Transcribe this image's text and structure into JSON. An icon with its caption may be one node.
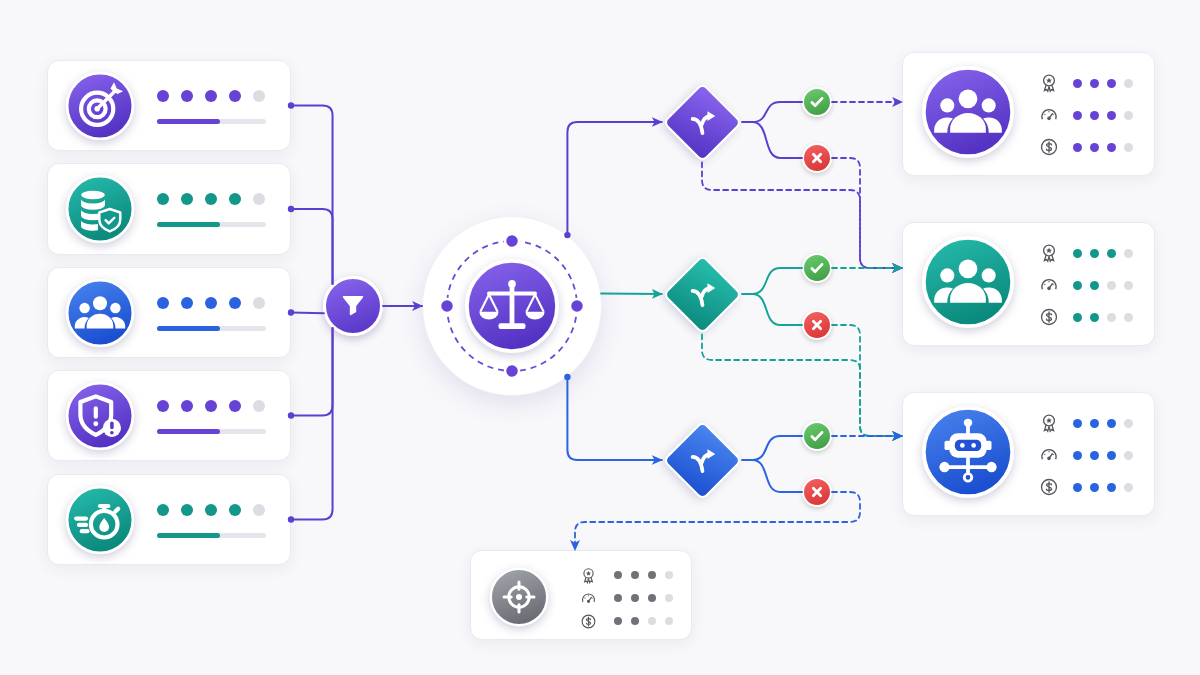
{
  "diagram": {
    "nodes": [
      {
        "text": [],
        "shape": "box"
      },
      {
        "text": [],
        "shape": "box"
      },
      {
        "text": [],
        "shape": "box"
      },
      {
        "text": [],
        "shape": "box"
      },
      {
        "text": [],
        "shape": "box"
      },
      {
        "text": [],
        "shape": "circle"
      },
      {
        "text": [],
        "shape": "circle"
      },
      {
        "text": [],
        "shape": "diamond"
      },
      {
        "text": [],
        "shape": "diamond"
      },
      {
        "text": [],
        "shape": "diamond"
      },
      {
        "text": [],
        "shape": "circle"
      },
      {
        "text": [],
        "shape": "circle"
      },
      {
        "text": [],
        "shape": "circle"
      },
      {
        "text": [],
        "shape": "circle"
      },
      {
        "text": [],
        "shape": "circle"
      },
      {
        "text": [],
        "shape": "circle"
      },
      {
        "text": [],
        "shape": "box"
      },
      {
        "text": [],
        "shape": "box"
      },
      {
        "text": [],
        "shape": "box"
      },
      {
        "text": [],
        "shape": "box"
      }
    ],
    "edges": [
      {
        "from": 0,
        "to": 5,
        "arrow": "other"
      },
      {
        "from": 1,
        "to": 5,
        "arrow": "other"
      },
      {
        "from": 2,
        "to": 5,
        "arrow": "other"
      },
      {
        "from": 3,
        "to": 5,
        "arrow": "other"
      },
      {
        "from": 4,
        "to": 5,
        "arrow": "other"
      },
      {
        "from": 5,
        "to": 6,
        "arrow": "to"
      },
      {
        "from": 6,
        "to": 7,
        "arrow": "to"
      },
      {
        "from": 6,
        "to": 8,
        "arrow": "to",
        "color": "#14a396"
      },
      {
        "from": 6,
        "to": 9,
        "arrow": "to",
        "color": "#2b63e0"
      },
      {
        "from": 7,
        "to": 10,
        "arrow": "none"
      },
      {
        "from": 7,
        "to": 11,
        "arrow": "none"
      },
      {
        "from": 8,
        "to": 12,
        "arrow": "none",
        "color": "#14a396"
      },
      {
        "from": 8,
        "to": 13,
        "arrow": "none",
        "color": "#14a396"
      },
      {
        "from": 9,
        "to": 14,
        "arrow": "none",
        "color": "#2b63e0"
      },
      {
        "from": 9,
        "to": 15,
        "arrow": "none",
        "color": "#2b63e0"
      },
      {
        "from": 10,
        "to": 16,
        "arrow": "to",
        "style": "dashed"
      },
      {
        "from": 11,
        "to": 17,
        "arrow": "to",
        "style": "dashed"
      },
      {
        "from": 7,
        "to": 17,
        "arrow": "to",
        "style": "dashed"
      },
      {
        "from": 12,
        "to": 17,
        "arrow": "to",
        "style": "dashed",
        "color": "#14a396"
      },
      {
        "from": 13,
        "to": 18,
        "arrow": "to",
        "style": "dashed",
        "color": "#14a396"
      },
      {
        "from": 8,
        "to": 18,
        "arrow": "to",
        "style": "dashed",
        "color": "#14a396"
      },
      {
        "from": 14,
        "to": 18,
        "arrow": "to",
        "style": "dashed",
        "color": "#2b63e0"
      },
      {
        "from": 15,
        "to": 19,
        "arrow": "to",
        "style": "dashed",
        "color": "#2b63e0"
      }
    ]
  }
}
